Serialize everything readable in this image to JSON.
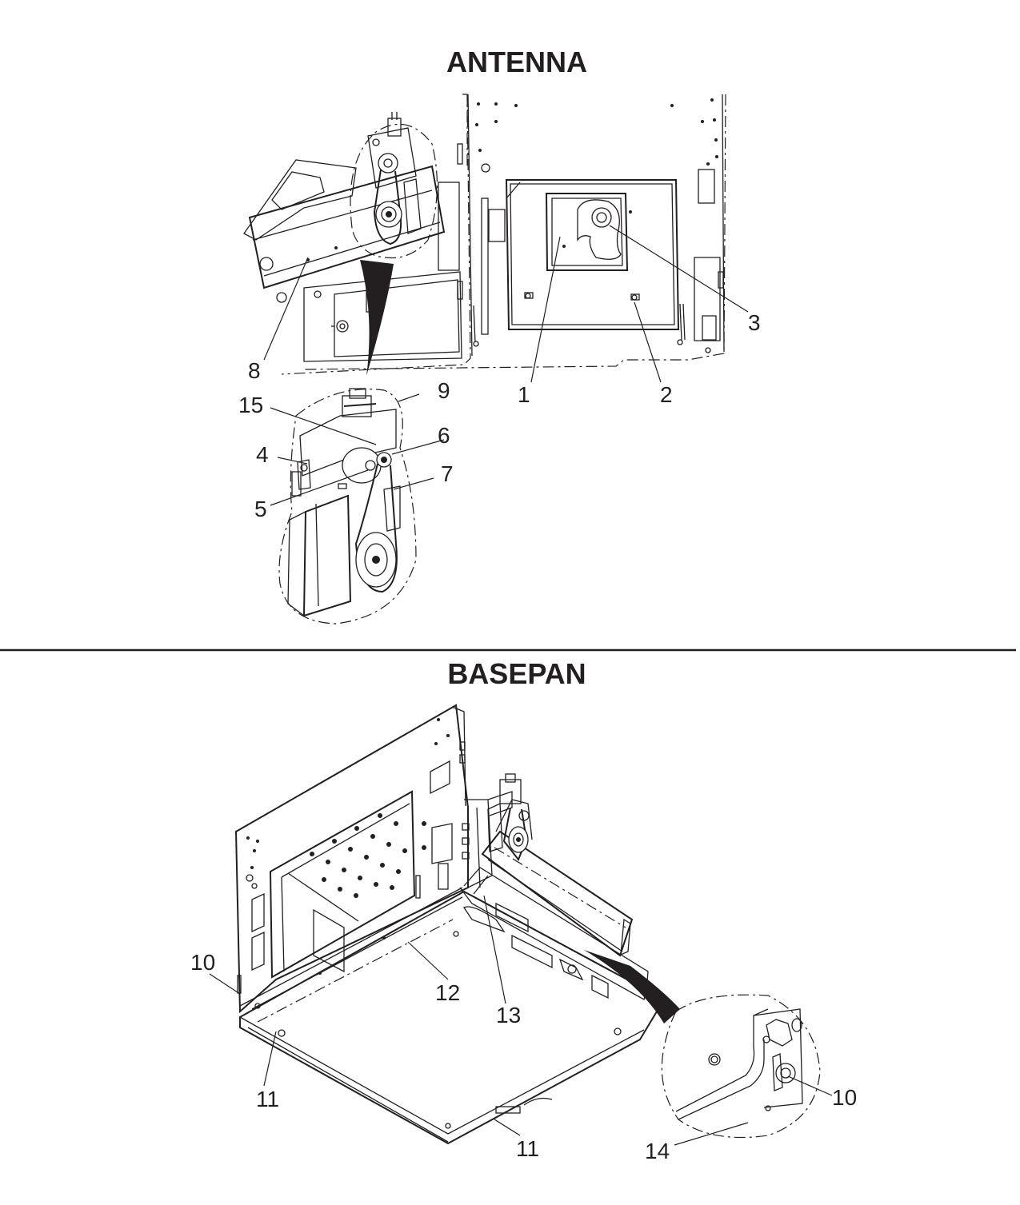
{
  "sections": {
    "antenna": {
      "title": "ANTENNA"
    },
    "basepan": {
      "title": "BASEPAN"
    }
  },
  "callouts": {
    "c1": "1",
    "c2": "2",
    "c3": "3",
    "c4": "4",
    "c5": "5",
    "c6": "6",
    "c7": "7",
    "c8": "8",
    "c9": "9",
    "c10a": "10",
    "c10b": "10",
    "c11a": "11",
    "c11b": "11",
    "c12": "12",
    "c13": "13",
    "c14": "14",
    "c15": "15"
  },
  "colors": {
    "ink": "#231f20",
    "paper": "#ffffff"
  }
}
